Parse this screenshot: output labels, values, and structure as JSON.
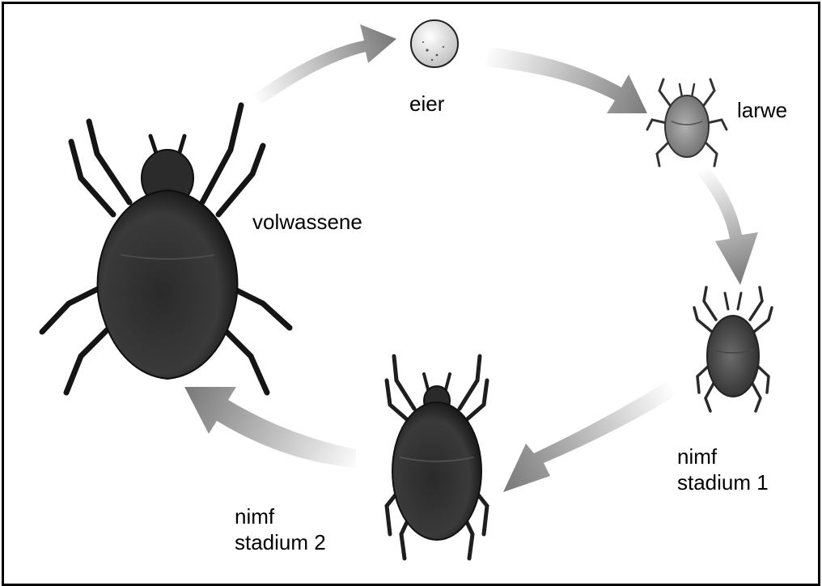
{
  "stages": {
    "eggs": "eier",
    "larva": "larwe",
    "nymph1_line1": "nimf",
    "nymph1_line2": "stadium 1",
    "nymph2_line1": "nimf",
    "nymph2_line2": "stadium 2",
    "adult": "volwassene"
  },
  "colors": {
    "arrow": "#777777",
    "mite_dark": "#1c1c1c",
    "mite_light": "#8c8c8c",
    "egg": "#e8e8e8"
  },
  "icons": [
    "egg-icon",
    "larva-mite-icon",
    "nymph-stage-1-mite-icon",
    "nymph-stage-2-mite-icon",
    "adult-mite-icon",
    "cycle-arrow-icon"
  ]
}
